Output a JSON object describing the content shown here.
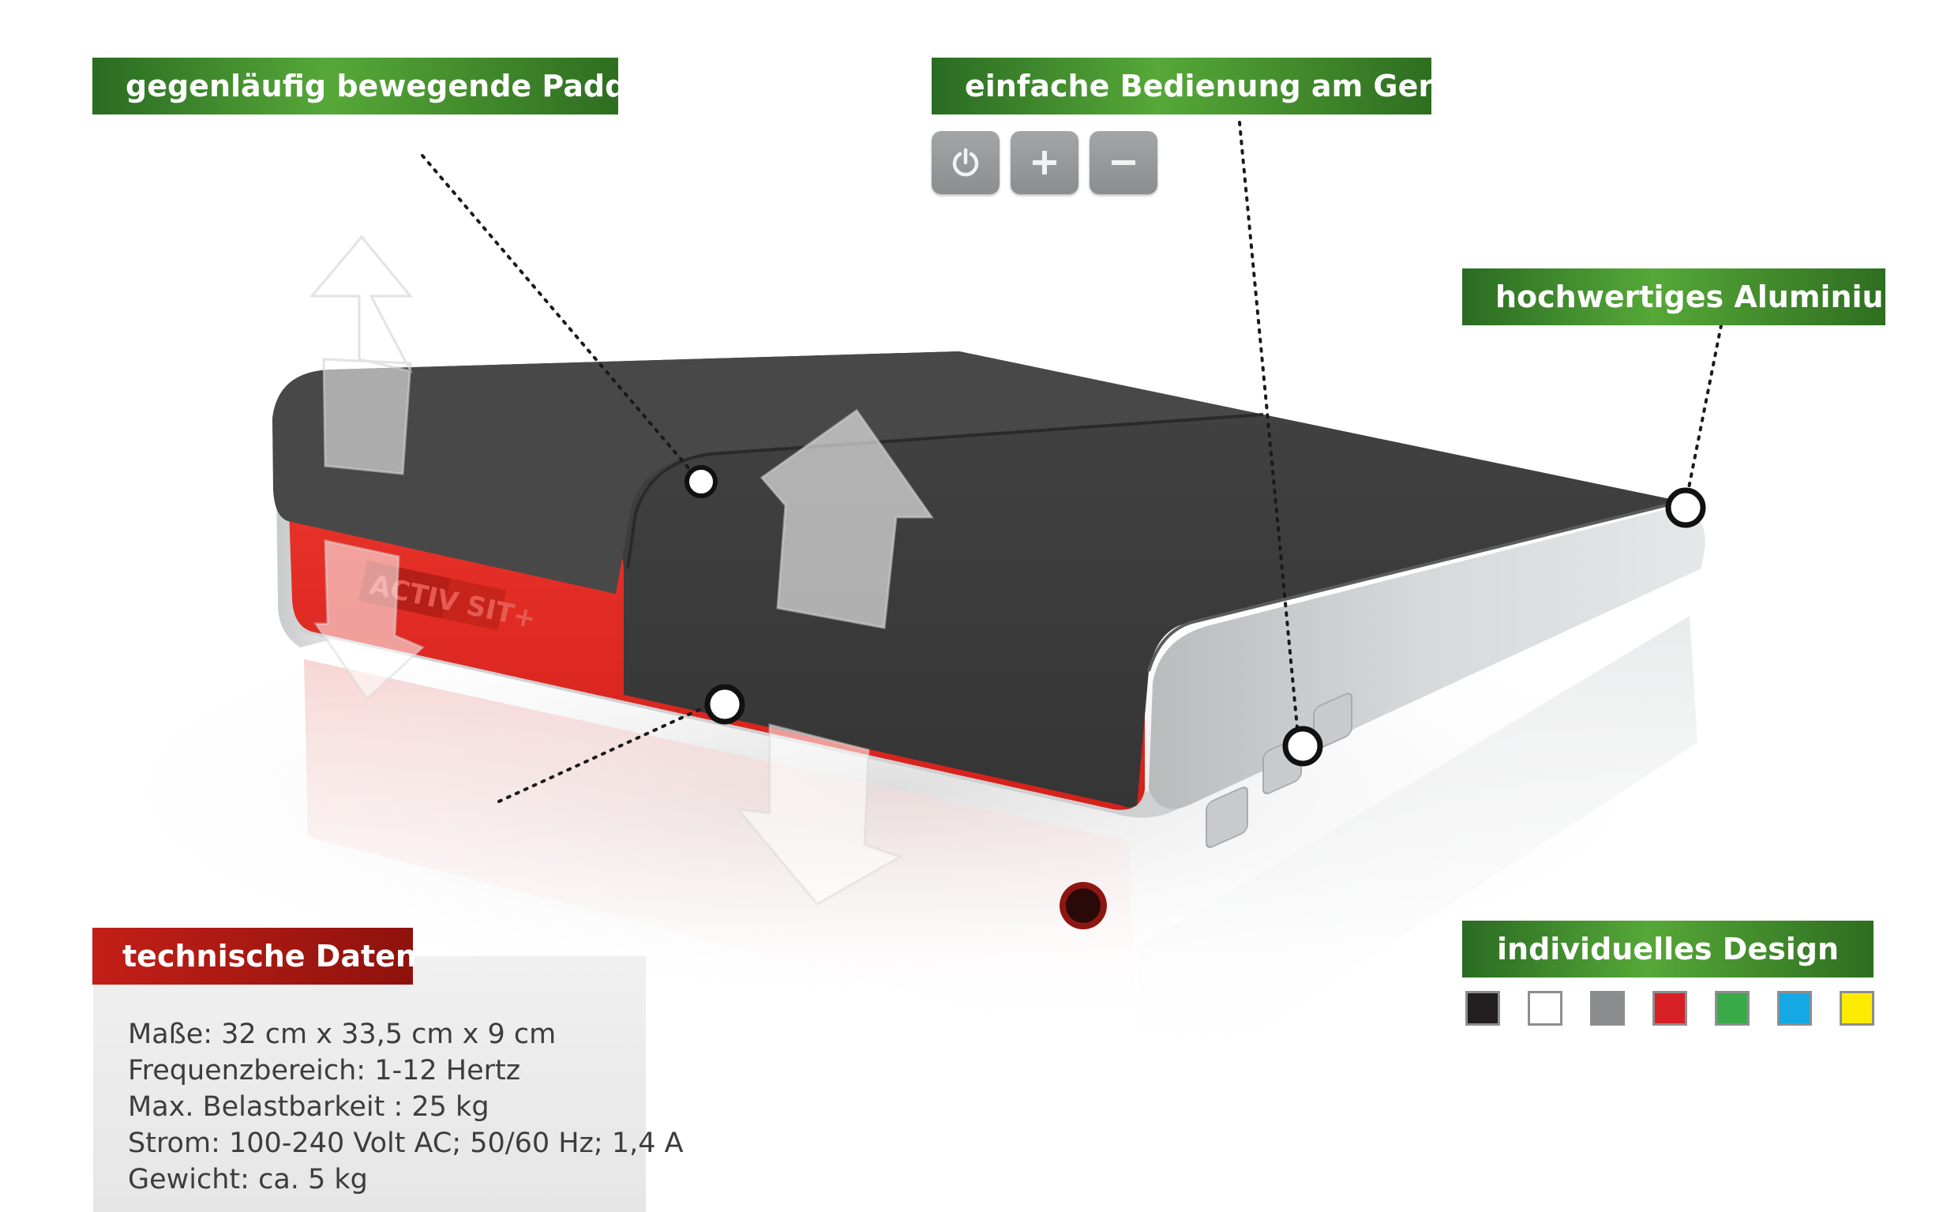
{
  "features": {
    "paddles": "gegenläufig bewegende Paddel",
    "controls": "einfache Bedienung am Gerät",
    "aluminium": "hochwertiges Aluminium",
    "design": "individuelles Design"
  },
  "control_buttons": [
    "power-icon",
    "plus-icon",
    "minus-icon"
  ],
  "device": {
    "logo_text": "ACTIV SIT+",
    "side_buttons": [
      "power-icon",
      "minus-icon",
      "plus-icon"
    ]
  },
  "specs": {
    "title": "technische Daten",
    "lines": [
      "Maße: 32 cm x 33,5 cm x 9 cm",
      "Frequenzbereich: 1-12 Hertz",
      "Max. Belastbarkeit : 25 kg",
      "Strom: 100-240 Volt AC; 50/60 Hz; 1,4 A",
      "Gewicht: ca. 5 kg"
    ]
  },
  "colors": {
    "label_green": "#3f8b2c",
    "label_red": "#b0170f",
    "device_red": "#e32a22",
    "device_top": "#3b3b3b",
    "aluminium": "#c4c6c8"
  },
  "swatches": [
    "#231f20",
    "#ffffff",
    "#8a8c8e",
    "#d71f26",
    "#3aaa49",
    "#14a9e4",
    "#fdec00"
  ]
}
